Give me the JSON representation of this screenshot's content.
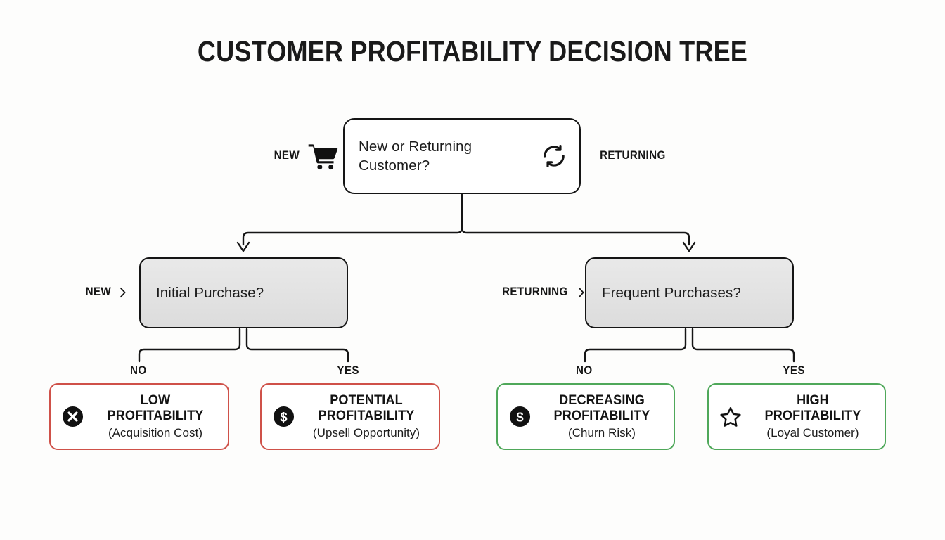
{
  "page": {
    "title": "CUSTOMER PROFITABILITY DECISION TREE",
    "background_color": "#fdfdfc"
  },
  "colors": {
    "ink": "#151515",
    "negative_border": "#cf5149",
    "positive_border": "#4fa85a",
    "decision_fill": "#e4e4e4",
    "root_fill": "#ffffff"
  },
  "root": {
    "label": "New or Returning Customer?",
    "left_icon": "shopping-cart-icon",
    "right_icon": "refresh-cycle-icon",
    "left_branch_label": "NEW",
    "right_branch_label": "RETURNING"
  },
  "decisions": [
    {
      "id": "initial-purchase",
      "label": "Initial Purchase?",
      "branch_label": "NEW",
      "branch_icon": "chevron-right-icon",
      "no_label": "NO",
      "yes_label": "YES"
    },
    {
      "id": "frequent-purchases",
      "label": "Frequent Purchases?",
      "branch_label": "RETURNING",
      "branch_icon": "chevron-right-icon",
      "no_label": "NO",
      "yes_label": "YES"
    }
  ],
  "outcomes": [
    {
      "id": "low-profitability",
      "icon": "circle-x-icon",
      "title_line1": "LOW",
      "title_line2": "PROFITABILITY",
      "subtitle": "(Acquisition Cost)",
      "accent": "#cf5149"
    },
    {
      "id": "potential-profitability",
      "icon": "circle-dollar-icon",
      "title_line1": "POTENTIAL",
      "title_line2": "PROFITABILITY",
      "subtitle": "(Upsell Opportunity)",
      "accent": "#cf5149"
    },
    {
      "id": "decreasing-profitability",
      "icon": "circle-dollar-icon",
      "title_line1": "DECREASING",
      "title_line2": "PROFITABILITY",
      "subtitle": "(Churn Risk)",
      "accent": "#4fa85a"
    },
    {
      "id": "high-profitability",
      "icon": "star-outline-icon",
      "title_line1": "HIGH",
      "title_line2": "PROFITABILITY",
      "subtitle": "(Loyal Customer)",
      "accent": "#4fa85a"
    }
  ]
}
